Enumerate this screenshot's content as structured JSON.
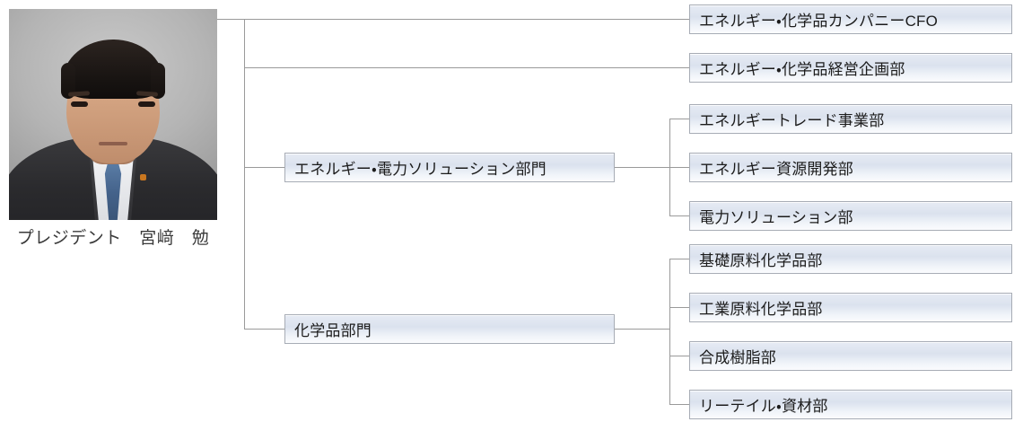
{
  "chart_title": "",
  "president": {
    "caption": "プレジデント　宮﨑　勉",
    "photo_alt": "portrait-of-president"
  },
  "top_level_units": [
    {
      "id": "cfo",
      "label": "エネルギー・化学品カンパニーCFO"
    },
    {
      "id": "planning",
      "label": "エネルギー・化学品経営企画部"
    }
  ],
  "divisions": [
    {
      "id": "energy-power-solution",
      "label": "エネルギー・電力ソリューション部門",
      "departments": [
        {
          "id": "energy-trade",
          "label": "エネルギートレード事業部"
        },
        {
          "id": "energy-resource-development",
          "label": "エネルギー資源開発部"
        },
        {
          "id": "power-solution",
          "label": "電力ソリューション部"
        }
      ]
    },
    {
      "id": "chemicals",
      "label": "化学品部門",
      "departments": [
        {
          "id": "basic-materials-chemicals",
          "label": "基礎原料化学品部"
        },
        {
          "id": "industrial-materials-chemicals",
          "label": "工業原料化学品部"
        },
        {
          "id": "synthetic-resin",
          "label": "合成樹脂部"
        },
        {
          "id": "retail-materials",
          "label": "リーテイル・資材部"
        }
      ]
    }
  ],
  "colors": {
    "box_border": "#a7acb5",
    "box_gradient_top": "#e6ebf4",
    "box_gradient_bottom": "#fbfcfe",
    "connector_line": "#9a9a9a",
    "text": "#1c1c1c",
    "caption_text": "#3a3a3a"
  }
}
